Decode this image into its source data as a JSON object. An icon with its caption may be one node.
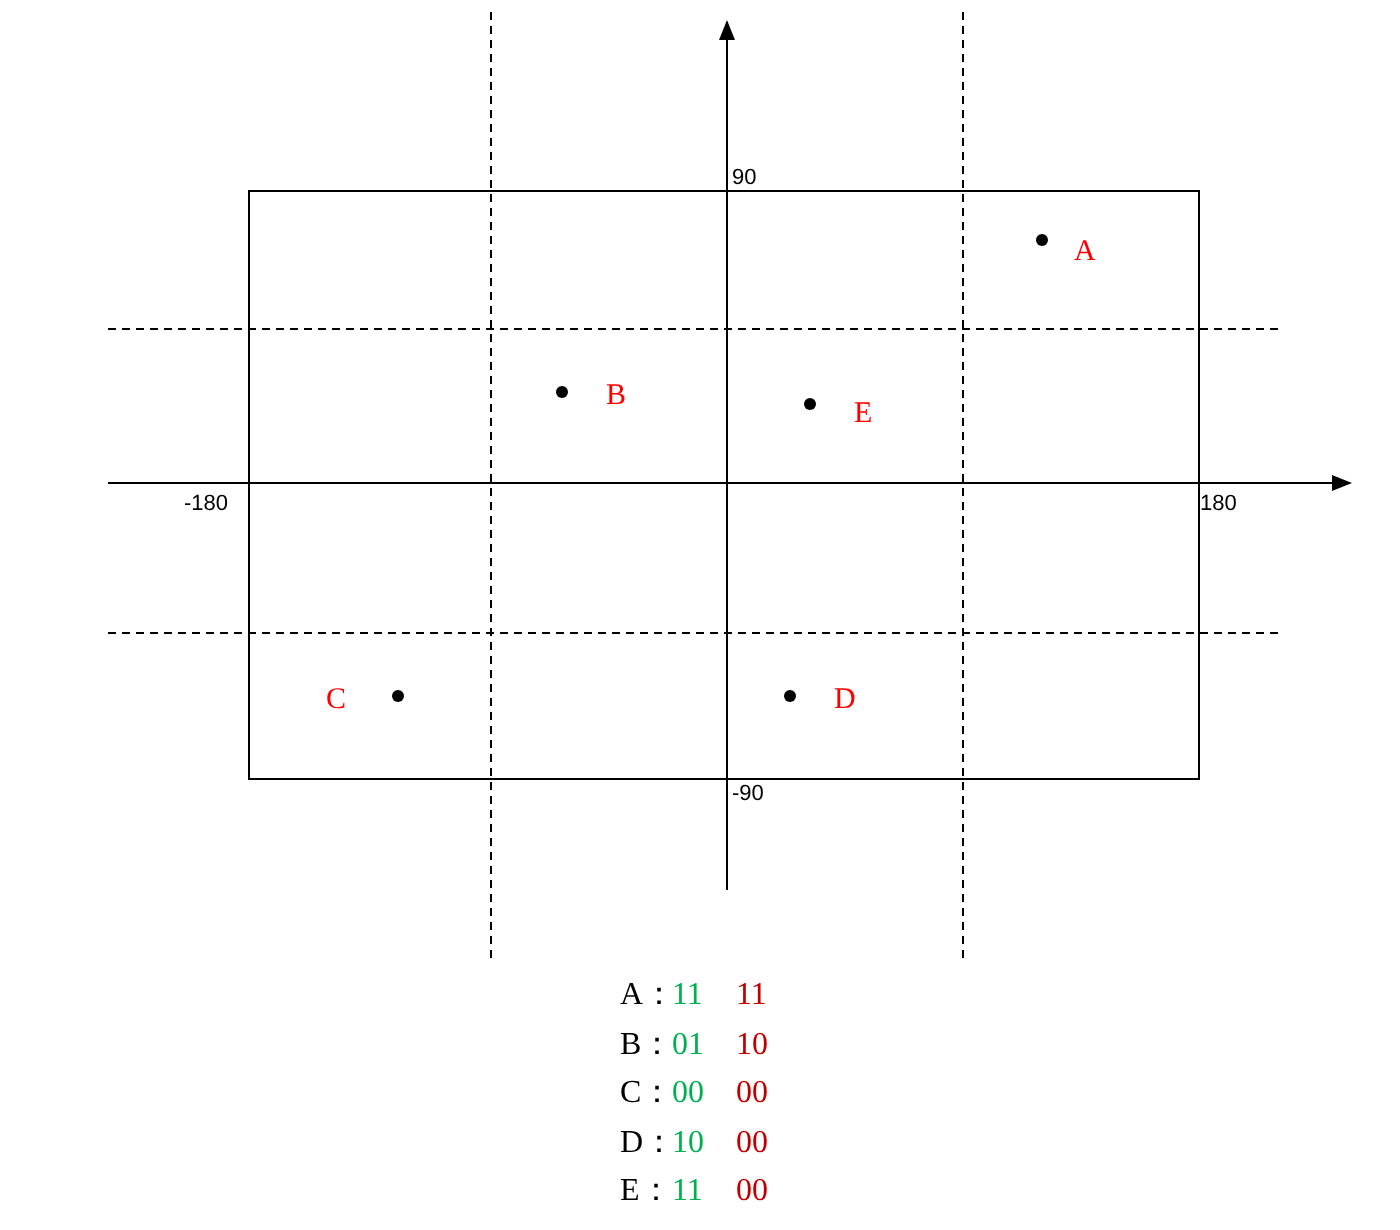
{
  "diagram": {
    "labels": [
      "90",
      "A",
      "B",
      "E",
      "-180",
      "180",
      "C",
      "D",
      "-90",
      "A：",
      "11",
      "11",
      "B：",
      "01",
      "10",
      "C：",
      "00",
      "00",
      "D：",
      "10",
      "00",
      "E：",
      "11",
      "00"
    ]
  }
}
